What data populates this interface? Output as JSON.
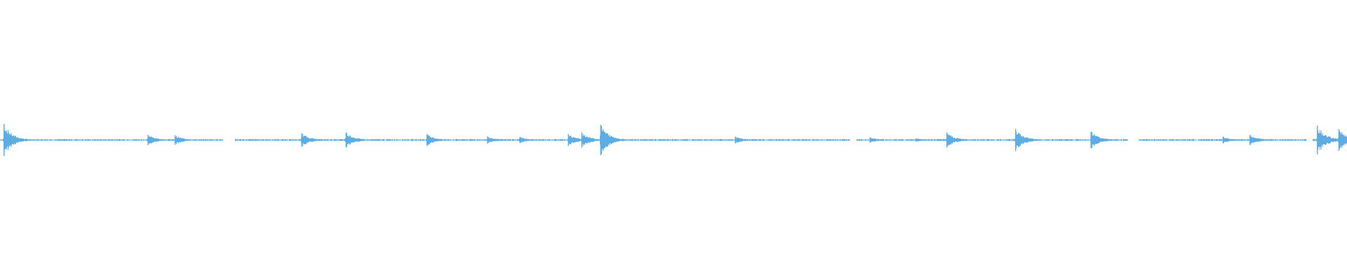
{
  "waveform": {
    "color": "#5dade2",
    "background": "#ffffff",
    "duration_fraction_marks": [
      {
        "pos": 0.003,
        "amp": 0.95,
        "kind": "burst"
      },
      {
        "pos": 0.11,
        "amp": 0.3,
        "kind": "burst"
      },
      {
        "pos": 0.13,
        "amp": 0.28,
        "kind": "burst"
      },
      {
        "pos": 0.224,
        "amp": 0.4,
        "kind": "burst"
      },
      {
        "pos": 0.257,
        "amp": 0.45,
        "kind": "burst"
      },
      {
        "pos": 0.317,
        "amp": 0.35,
        "kind": "burst"
      },
      {
        "pos": 0.362,
        "amp": 0.22,
        "kind": "burst"
      },
      {
        "pos": 0.386,
        "amp": 0.18,
        "kind": "burst"
      },
      {
        "pos": 0.422,
        "amp": 0.35,
        "kind": "burst"
      },
      {
        "pos": 0.432,
        "amp": 0.45,
        "kind": "burst"
      },
      {
        "pos": 0.446,
        "amp": 0.9,
        "kind": "burst"
      },
      {
        "pos": 0.546,
        "amp": 0.2,
        "kind": "burst"
      },
      {
        "pos": 0.646,
        "amp": 0.15,
        "kind": "burst"
      },
      {
        "pos": 0.68,
        "amp": 0.1,
        "kind": "burst"
      },
      {
        "pos": 0.703,
        "amp": 0.45,
        "kind": "burst"
      },
      {
        "pos": 0.754,
        "amp": 0.65,
        "kind": "burst"
      },
      {
        "pos": 0.81,
        "amp": 0.5,
        "kind": "burst"
      },
      {
        "pos": 0.908,
        "amp": 0.2,
        "kind": "burst"
      },
      {
        "pos": 0.928,
        "amp": 0.3,
        "kind": "burst"
      },
      {
        "pos": 0.978,
        "amp": 0.85,
        "kind": "burst"
      },
      {
        "pos": 0.994,
        "amp": 0.65,
        "kind": "burst"
      }
    ]
  }
}
